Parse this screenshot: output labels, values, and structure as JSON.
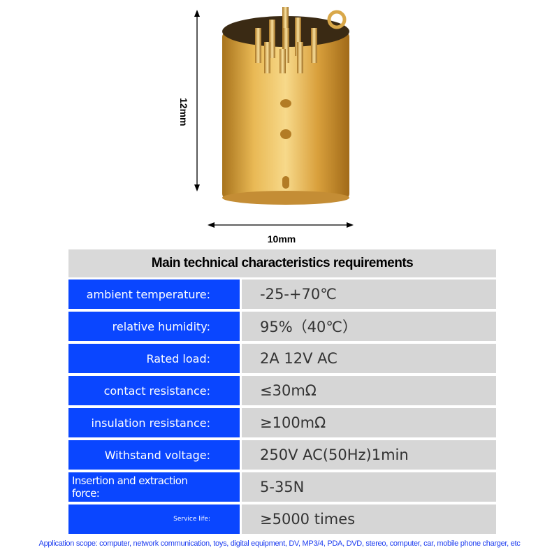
{
  "dimensions": {
    "height": "12mm",
    "width": "10mm"
  },
  "table": {
    "title": "Main technical characteristics requirements",
    "rows": [
      {
        "label": "ambient temperature:",
        "value": "-25-+70℃"
      },
      {
        "label": "relative humidity:",
        "value": "95%（40℃）"
      },
      {
        "label": "Rated load:",
        "value": "2A 12V AC"
      },
      {
        "label": "contact resistance:",
        "value": "≤30mΩ"
      },
      {
        "label": "insulation resistance:",
        "value": "≥100mΩ"
      },
      {
        "label": "Withstand voltage:",
        "value": "250V AC(50Hz)1min"
      },
      {
        "label": "Insertion and extraction force:",
        "value": "5-35N"
      },
      {
        "label": "Service life:",
        "value": "≥5000 times"
      }
    ]
  },
  "scope": "Application scope: computer, network communication, toys, digital equipment, DV, MP3/4, PDA, DVD, stereo, computer, car, mobile phone charger, etc"
}
